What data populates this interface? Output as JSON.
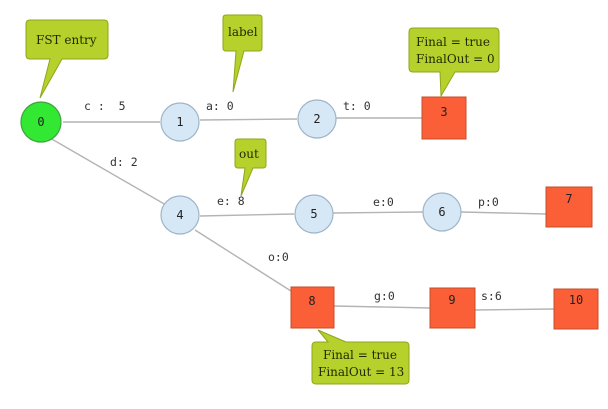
{
  "nodes": {
    "n0": "0",
    "n1": "1",
    "n2": "2",
    "n3": "3",
    "n4": "4",
    "n5": "5",
    "n6": "6",
    "n7": "7",
    "n8": "8",
    "n9": "9",
    "n10": "10"
  },
  "edges": {
    "e0_1": "c :  5",
    "e1_2": "a: 0",
    "e2_3": "t: 0",
    "e0_4": "d: 2",
    "e4_5": "e: 8",
    "e5_6": "e:0",
    "e6_7": "p:0",
    "e4_8": "o:0",
    "e8_9": "g:0",
    "e9_10": "s:6"
  },
  "callouts": {
    "fst_entry": [
      "FST entry"
    ],
    "label": [
      "label"
    ],
    "out": [
      "out"
    ],
    "final_top": [
      "Final = true",
      "FinalOut = 0"
    ],
    "final_bottom": [
      "Final = true",
      "FinalOut = 13"
    ]
  },
  "colors": {
    "start_node": "#33e833",
    "state_node": "#d6e8f5",
    "final_node": "#fb5f37",
    "callout": "#b6d02c",
    "edge": "#b4b4b4"
  }
}
